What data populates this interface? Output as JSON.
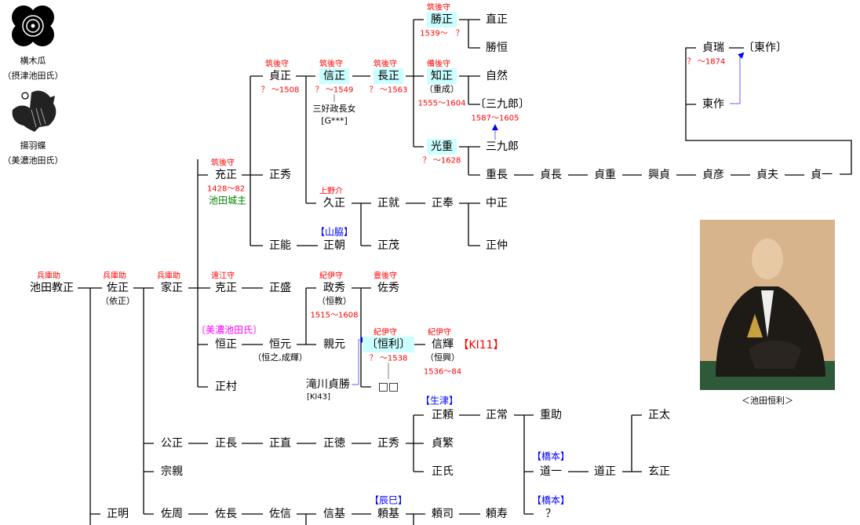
{
  "crests": [
    {
      "name": "横木瓜",
      "clan": "（摂津池田氏）",
      "icon": "mokko-crest-icon"
    },
    {
      "name": "揚羽蝶",
      "clan": "（美濃池田氏）",
      "icon": "butterfly-crest-icon"
    }
  ],
  "members": [
    {
      "name": "勝正",
      "title": "筑後守",
      "dates": "1539～　？",
      "highlight": true
    },
    {
      "name": "直正"
    },
    {
      "name": "勝恒"
    },
    {
      "name": "貞正",
      "title": "筑後守",
      "dates": "？ ～1508"
    },
    {
      "name": "信正",
      "title": "筑後守",
      "dates": "？ ～1549",
      "highlight": true,
      "note": "三好政長女",
      "note2": "[G***]"
    },
    {
      "name": "長正",
      "title": "筑後守",
      "dates": "？ ～1563",
      "highlight": true
    },
    {
      "name": "知正",
      "title": "備後守",
      "alt": "（重成）",
      "dates": "1555～1604",
      "highlight": true
    },
    {
      "name": "自然"
    },
    {
      "name": "〔三九郎〕",
      "dates": "1587～1605"
    },
    {
      "name": "光重",
      "dates": "？ ～1628",
      "highlight": true
    },
    {
      "name": "三九郎"
    },
    {
      "name": "重長"
    },
    {
      "name": "貞長"
    },
    {
      "name": "貞重"
    },
    {
      "name": "興貞"
    },
    {
      "name": "貞彦"
    },
    {
      "name": "貞夫"
    },
    {
      "name": "貞一"
    },
    {
      "name": "貞瑞",
      "dates": "？ ～1874"
    },
    {
      "name": "〔東作〕"
    },
    {
      "name": "東作"
    },
    {
      "name": "充正",
      "title": "筑後守",
      "dates": "1428～82"
    },
    {
      "name": "正秀"
    },
    {
      "name": "久正",
      "title": "上野介"
    },
    {
      "name": "正就"
    },
    {
      "name": "正奉"
    },
    {
      "name": "中正"
    },
    {
      "name": "正茂"
    },
    {
      "name": "正仲"
    },
    {
      "name": "正能"
    },
    {
      "name": "正朝"
    },
    {
      "name": "池田教正",
      "title": "兵庫助"
    },
    {
      "name": "佐正",
      "title": "兵庫助",
      "alt": "（依正）"
    },
    {
      "name": "家正",
      "title": "兵庫助"
    },
    {
      "name": "克正",
      "title": "遠江守"
    },
    {
      "name": "正盛"
    },
    {
      "name": "政秀",
      "title": "紀伊守",
      "alt": "（恒教）",
      "dates": "1515～1608"
    },
    {
      "name": "佐秀",
      "title": "豊後守"
    },
    {
      "name": "恒正"
    },
    {
      "name": "恒元",
      "alt": "（恒之,成輝）"
    },
    {
      "name": "親元"
    },
    {
      "name": "〔恒利〕",
      "title": "紀伊守",
      "dates": "？ ～1538",
      "highlight": true
    },
    {
      "name": "信輝",
      "title": "紀伊守",
      "alt": "（恒興）",
      "dates": "1536～84"
    },
    {
      "name": "正村"
    },
    {
      "name": "滝川貞勝",
      "alt": "[KI43]"
    },
    {
      "name": "□□"
    },
    {
      "name": "正頼"
    },
    {
      "name": "正常"
    },
    {
      "name": "重助"
    },
    {
      "name": "正太"
    },
    {
      "name": "公正"
    },
    {
      "name": "正長"
    },
    {
      "name": "正直"
    },
    {
      "name": "正徳"
    },
    {
      "name": "正秀"
    },
    {
      "name": "貞繁"
    },
    {
      "name": "正氏"
    },
    {
      "name": "道一"
    },
    {
      "name": "道正"
    },
    {
      "name": "玄正"
    },
    {
      "name": "宗親"
    },
    {
      "name": "正明"
    },
    {
      "name": "佐周"
    },
    {
      "name": "佐長"
    },
    {
      "name": "佐信"
    },
    {
      "name": "信基"
    },
    {
      "name": "頼基"
    },
    {
      "name": "頼司"
    },
    {
      "name": "頼寿"
    },
    {
      "name": "？"
    }
  ],
  "annotations": [
    {
      "text": "池田城主",
      "color": "#008000"
    },
    {
      "text": "【山脇】",
      "color": "#0000ff"
    },
    {
      "text": "〔美濃池田氏〕",
      "color": "#ff00ff"
    },
    {
      "text": "【KI11】",
      "color": "#ff0000"
    },
    {
      "text": "【生津】",
      "color": "#0000ff"
    },
    {
      "text": "【橋本】",
      "color": "#0000ff"
    },
    {
      "text": "【橋本】",
      "color": "#0000ff"
    },
    {
      "text": "【辰巳】",
      "color": "#0000ff"
    }
  ],
  "portrait": {
    "caption": "＜池田恒利＞"
  },
  "colors": {
    "highlight": "#ccffff",
    "title": "#ff0000",
    "arrow": "#0000ff"
  }
}
